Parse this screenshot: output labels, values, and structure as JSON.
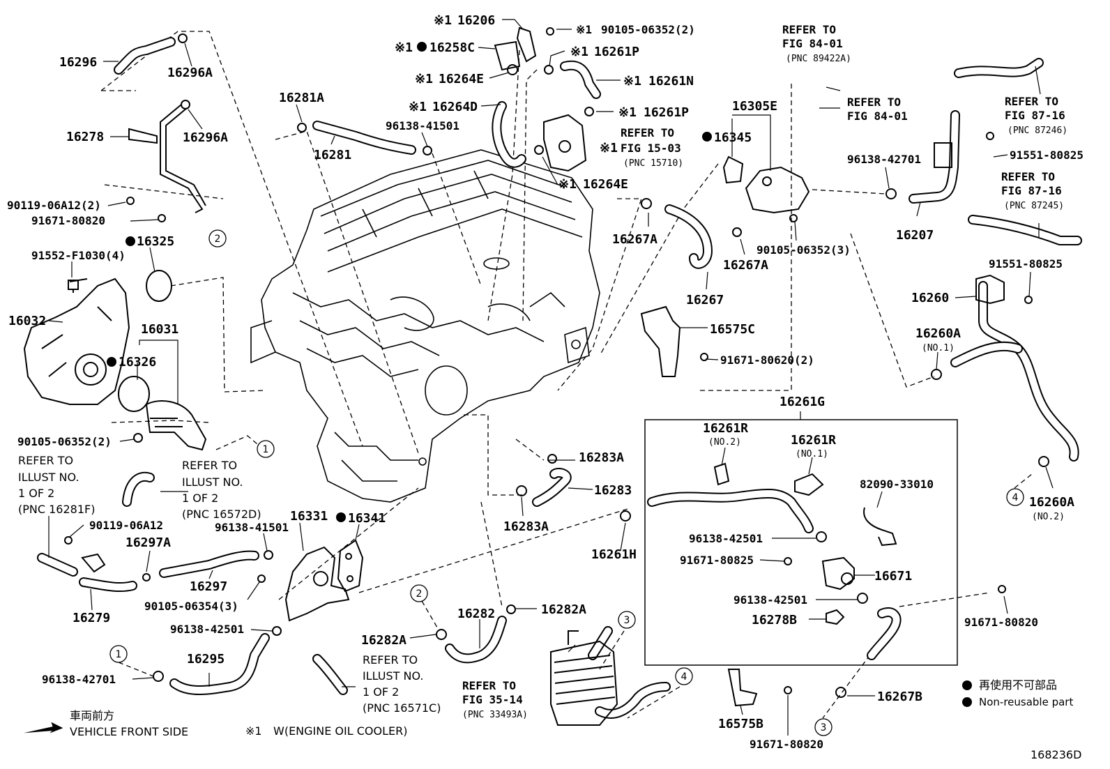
{
  "diagram_code": "168236D",
  "legend": {
    "non_reusable_jp": "再使用不可部品",
    "non_reusable_en": "Non-reusable part",
    "note_mark": "※1",
    "note_text": "W(ENGINE OIL COOLER)",
    "front_jp": "車両前方",
    "front_en": "VEHICLE FRONT SIDE"
  },
  "callouts": {
    "c1": "1",
    "c2": "2",
    "c3": "3",
    "c4": "4"
  },
  "parts": {
    "p16296": "16296",
    "p16296A_1": "16296A",
    "p16296A_2": "16296A",
    "p16278": "16278",
    "p90119_06A12_2": "90119-06A12(2)",
    "p91671_80820_a": "91671-80820",
    "p16325": "16325",
    "p91552_F1030_4": "91552-F1030(4)",
    "p16032": "16032",
    "p16031": "16031",
    "p16326": "16326",
    "p90105_06352_2_left": "90105-06352(2)",
    "p90119_06A12": "90119-06A12",
    "p16297A": "16297A",
    "p16297": "16297",
    "p16279": "16279",
    "p90105_06354_3": "90105-06354(3)",
    "p96138_42501_a": "96138-42501",
    "p96138_42701_a": "96138-42701",
    "p16295": "16295",
    "p16331": "16331",
    "p16341": "16341",
    "p96138_41501_a": "96138-41501",
    "p16281A": "16281A",
    "p16281": "16281",
    "p96138_41501_b": "96138-41501",
    "p16206": "16206",
    "p16258C": "16258C",
    "p16264E_1": "16264E",
    "p16264D": "16264D",
    "p90105_06352_2_top": "90105-06352(2)",
    "p16261P_1": "16261P",
    "p16261N": "16261N",
    "p16261P_2": "16261P",
    "p16264E_2": "16264E",
    "p16283A_1": "16283A",
    "p16283": "16283",
    "p16283A_2": "16283A",
    "p16261H": "16261H",
    "p16282A_1": "16282A",
    "p16282": "16282",
    "p16282A_2": "16282A",
    "p16305E": "16305E",
    "p16345": "16345",
    "p16267A_1": "16267A",
    "p16267A_2": "16267A",
    "p90105_06352_3": "90105-06352(3)",
    "p16267": "16267",
    "p16575C": "16575C",
    "p91671_80620_2": "91671-80620(2)",
    "p96138_42701_b": "96138-42701",
    "p16207": "16207",
    "p91551_80825_a": "91551-80825",
    "p91551_80825_b": "91551-80825",
    "p16260": "16260",
    "p16260A_1": "16260A",
    "p16260A_1_no": "(NO.1)",
    "p16260A_2": "16260A",
    "p16260A_2_no": "(NO.2)",
    "p16261G": "16261G",
    "p16261R_1": "16261R",
    "p16261R_1_no": "(NO.2)",
    "p16261R_2": "16261R",
    "p16261R_2_no": "(NO.1)",
    "p82090_33010": "82090-33010",
    "p96138_42501_b": "96138-42501",
    "p91671_80825": "91671-80825",
    "p16671": "16671",
    "p96138_42501_c": "96138-42501",
    "p16278B": "16278B",
    "p91671_80820_b": "91671-80820",
    "p16575B": "16575B",
    "p91671_80820_c": "91671-80820",
    "p16267B": "16267B"
  },
  "refs": {
    "r_fig84_a": [
      "REFER TO",
      "FIG 84-01",
      "(PNC 89422A)"
    ],
    "r_fig84_b": [
      "REFER TO",
      "FIG 84-01"
    ],
    "r_fig87_a": [
      "REFER TO",
      "FIG 87-16",
      "(PNC 87246)"
    ],
    "r_fig87_b": [
      "REFER TO",
      "FIG 87-16",
      "(PNC 87245)"
    ],
    "r_fig15": [
      "REFER TO",
      "FIG 15-03",
      "(PNC 15710)"
    ],
    "r_illust_a": [
      "REFER TO",
      "ILLUST NO.",
      "1 OF 2",
      "(PNC 16281F)"
    ],
    "r_illust_b": [
      "REFER TO",
      "ILLUST NO.",
      "1 OF 2",
      "(PNC 16572D)"
    ],
    "r_illust_c": [
      "REFER TO",
      "ILLUST NO.",
      "1 OF 2",
      "(PNC 16571C)"
    ],
    "r_fig35": [
      "REFER TO",
      "FIG 35-14",
      "(PNC 33493A)"
    ]
  }
}
